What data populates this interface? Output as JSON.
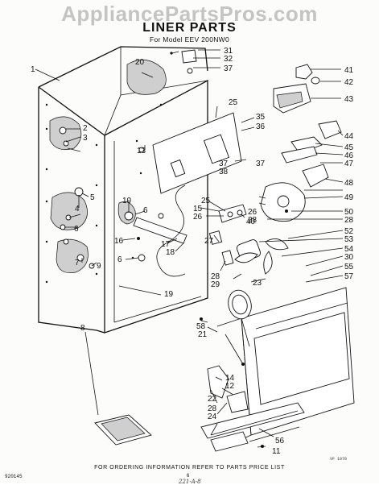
{
  "watermark": "AppliancePartsPros.com",
  "title": "LINER PARTS",
  "subtitle": "For Model EEV 200NW0",
  "footer": "FOR ORDERING INFORMATION REFER TO PARTS PRICE LIST",
  "footer_left": "920145",
  "page_number": "6",
  "figure_code": "VF 1970",
  "handwritten_note": "221-A-8",
  "callouts": [
    "1",
    "2",
    "3",
    "4",
    "5",
    "6",
    "6",
    "6",
    "7",
    "8",
    "9",
    "10",
    "11",
    "12",
    "13",
    "14",
    "15",
    "16",
    "17",
    "18",
    "19",
    "20",
    "21",
    "22",
    "23",
    "24",
    "25",
    "25",
    "26",
    "26",
    "27",
    "28",
    "28",
    "28",
    "28",
    "29",
    "30",
    "31",
    "32",
    "35",
    "36",
    "37",
    "37",
    "37",
    "38",
    "40",
    "41",
    "42",
    "43",
    "44",
    "45",
    "46",
    "47",
    "48",
    "49",
    "50",
    "52",
    "53",
    "54",
    "55",
    "56",
    "57",
    "58"
  ]
}
